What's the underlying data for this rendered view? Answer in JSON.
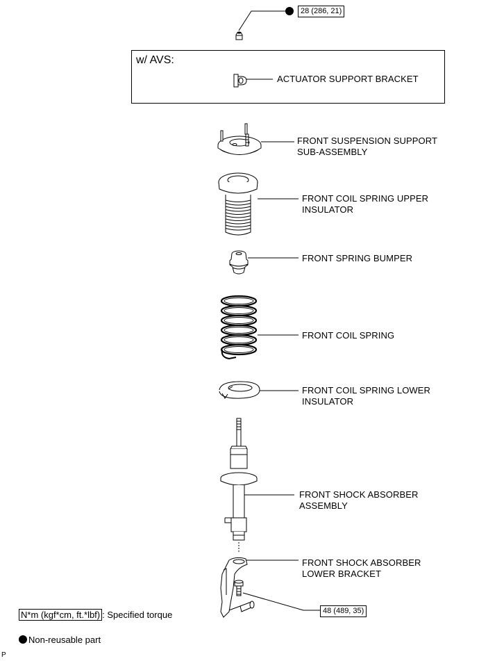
{
  "torque_top": "28 (286, 21)",
  "torque_bottom": "48 (489, 35)",
  "avs": {
    "title": "w/ AVS:",
    "actuator_label": "ACTUATOR SUPPORT BRACKET"
  },
  "parts": {
    "support_line1": "FRONT SUSPENSION SUPPORT",
    "support_line2": "SUB-ASSEMBLY",
    "upper_ins_line1": "FRONT COIL SPRING UPPER",
    "upper_ins_line2": "INSULATOR",
    "bumper": "FRONT SPRING BUMPER",
    "spring": "FRONT COIL SPRING",
    "lower_ins_line1": "FRONT COIL SPRING LOWER",
    "lower_ins_line2": "INSULATOR",
    "absorber_line1": "FRONT SHOCK ABSORBER",
    "absorber_line2": "ASSEMBLY",
    "bracket_line1": "FRONT SHOCK ABSORBER",
    "bracket_line2": "LOWER BRACKET"
  },
  "legend": {
    "torque_unit": "N*m (kgf*cm, ft.*lbf)",
    "torque_desc": ": Specified torque",
    "nonreusable": "Non-reusable part"
  },
  "corner_mark": "P"
}
